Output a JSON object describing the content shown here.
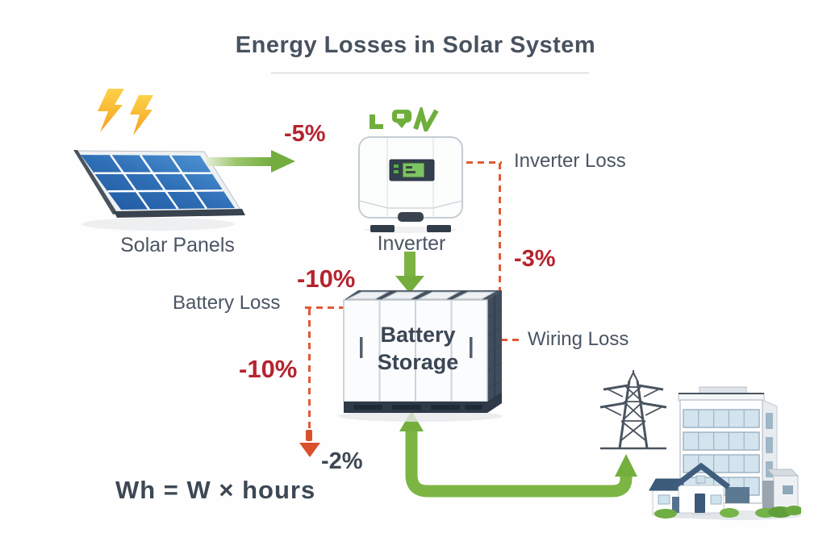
{
  "title": "Energy Losses in Solar System",
  "nodes": {
    "solar_panels": {
      "label": "Solar Panels"
    },
    "inverter": {
      "label": "Inverter"
    },
    "battery": {
      "label_line1": "Battery",
      "label_line2": "Storage"
    }
  },
  "annotations": {
    "inverter_loss_label": "Inverter Loss",
    "wiring_loss_label": "Wiring Loss",
    "battery_loss_label": "Battery Loss",
    "formula": "Wh = W × hours"
  },
  "loss_values": {
    "panels_to_inverter": "-5%",
    "inverter_line": "-3%",
    "battery_top": "-10%",
    "battery_line": "-10%",
    "line_end": "-2%"
  },
  "icons": {
    "lightning": "lightning-bolts-icon",
    "solar_panel": "solar-panel-illustration",
    "inverter": "inverter-illustration",
    "inverter_logo": "green-brand-logo",
    "battery": "battery-cabinet-illustration",
    "tower": "transmission-tower-illustration",
    "building": "office-building-illustration",
    "house": "house-illustration"
  },
  "colors": {
    "loss_red": "#b5242f",
    "value_dark": "#3d4854",
    "dash_orange": "#e05a36",
    "arrow_green": "#7cb342",
    "text_slate": "#4a5564",
    "panel_blue": "#2a66ad"
  }
}
